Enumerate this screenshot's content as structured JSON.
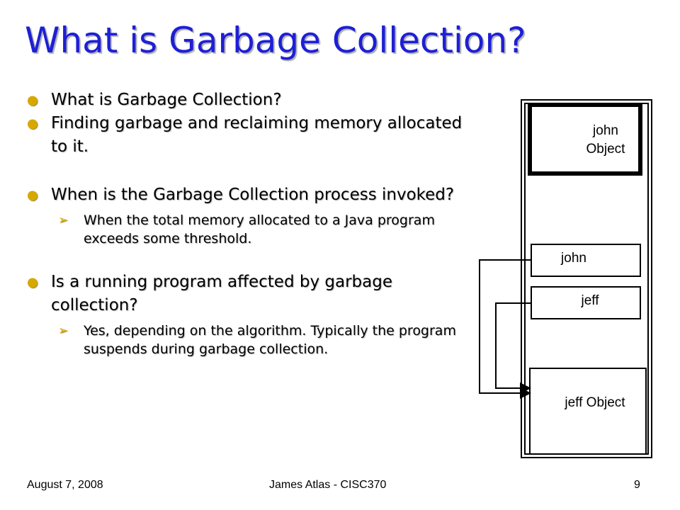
{
  "slide": {
    "title": "What is Garbage Collection?",
    "bullets": [
      {
        "text": "What is Garbage Collection?"
      },
      {
        "text": "Finding garbage and reclaiming memory allocated to it."
      },
      {
        "text": "When is the Garbage Collection process invoked?"
      },
      {
        "text": "When the total memory allocated to a Java program exceeds some threshold."
      },
      {
        "text": "Is a running program affected by garbage collection?"
      },
      {
        "text": "Yes, depending on the algorithm. Typically the program suspends during  garbage collection."
      }
    ],
    "bullet_color": "#d6a800",
    "title_color": "#1d1fd6"
  },
  "diagram": {
    "john_object": {
      "line1": "john",
      "line2": "Object"
    },
    "john_ref": "john",
    "jeff_ref": "jeff",
    "jeff_object": "jeff Object"
  },
  "footer": {
    "date": "August 7, 2008",
    "author": "James Atlas - CISC370",
    "page": "9"
  }
}
